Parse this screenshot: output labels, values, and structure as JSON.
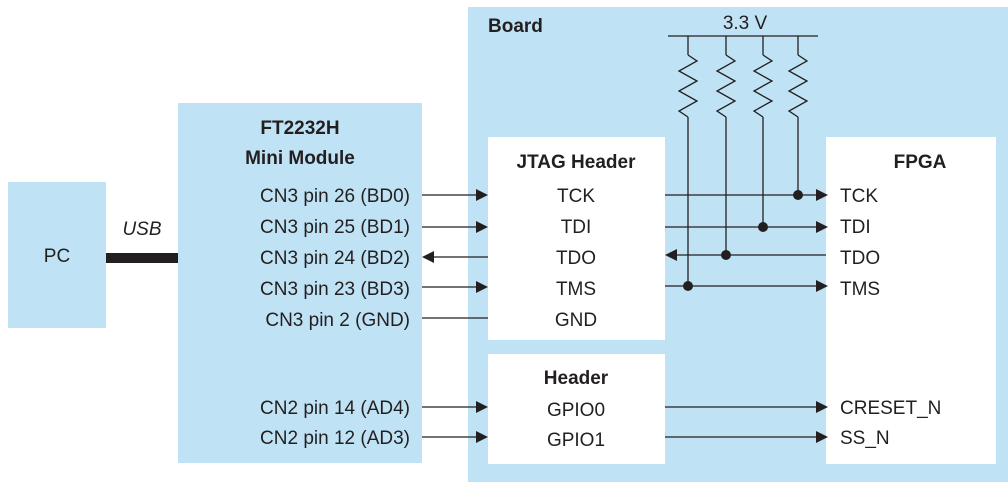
{
  "pc": {
    "label": "PC"
  },
  "usb": {
    "label": "USB"
  },
  "module": {
    "title_line1": "FT2232H",
    "title_line2": "Mini Module",
    "pins": [
      "CN3 pin 26 (BD0)",
      "CN3 pin 25 (BD1)",
      "CN3 pin 24 (BD2)",
      "CN3 pin 23 (BD3)",
      "CN3 pin 2 (GND)",
      "CN2 pin 14 (AD4)",
      "CN2 pin 12 (AD3)"
    ]
  },
  "board": {
    "label": "Board"
  },
  "power": {
    "label": "3.3 V"
  },
  "jtag": {
    "title": "JTAG Header",
    "signals": [
      "TCK",
      "TDI",
      "TDO",
      "TMS",
      "GND"
    ]
  },
  "header": {
    "title": "Header",
    "signals": [
      "GPIO0",
      "GPIO1"
    ]
  },
  "fpga": {
    "title": "FPGA",
    "pins": [
      "TCK",
      "TDI",
      "TDO",
      "TMS",
      "CRESET_N",
      "SS_N"
    ]
  },
  "colors": {
    "box_fill": "#bfe3f5",
    "line": "#231f20"
  }
}
